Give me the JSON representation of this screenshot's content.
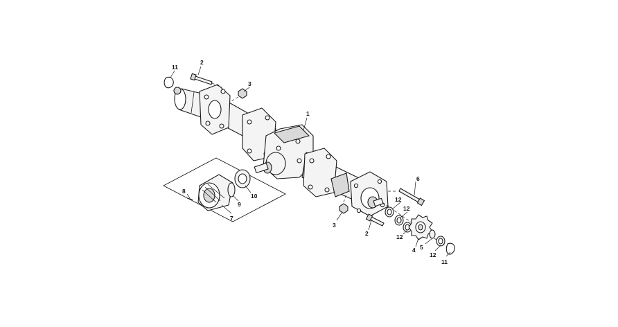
{
  "figure": {
    "type": "exploded-parts-diagram",
    "background": "#ffffff",
    "line_color": "#1a1a1a",
    "callouts": {
      "c1": "1",
      "c2a": "2",
      "c2b": "2",
      "c3a": "3",
      "c3b": "3",
      "c4": "4",
      "c5": "5",
      "c6": "6",
      "c7": "7",
      "c8": "8",
      "c9": "9",
      "c10": "10",
      "c11a": "11",
      "c11b": "11",
      "c12a": "12",
      "c12b": "12",
      "c12c": "12",
      "c12d": "12"
    }
  }
}
